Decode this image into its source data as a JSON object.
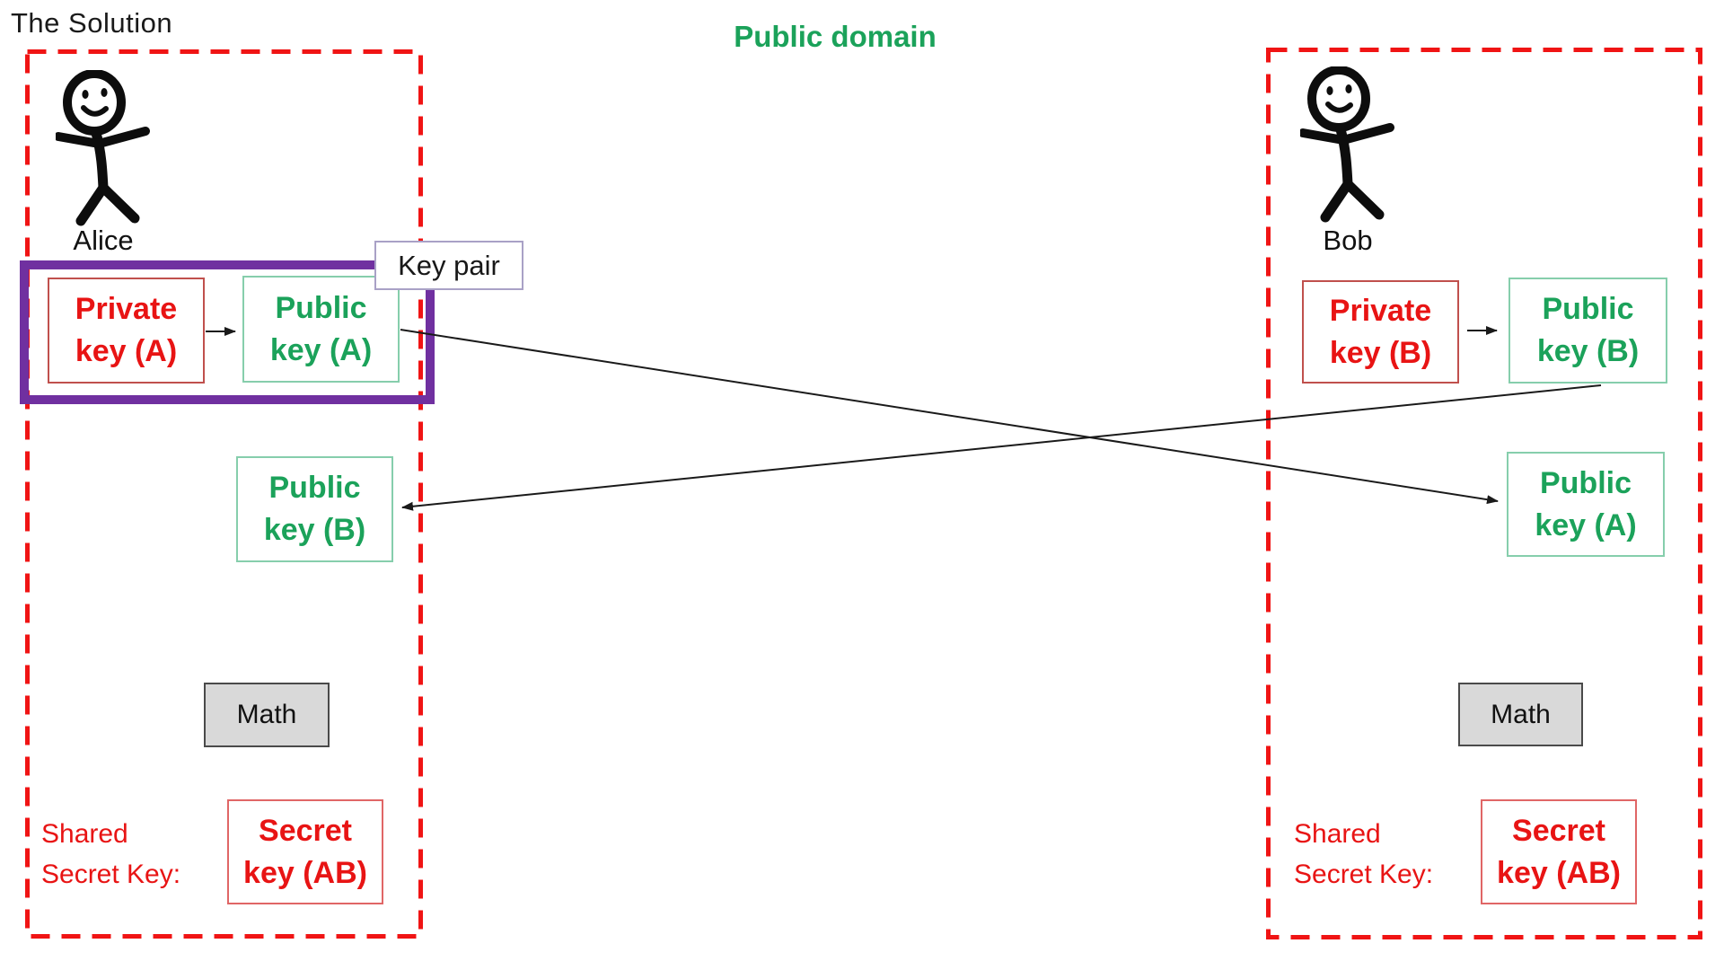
{
  "title": "The Solution",
  "public_domain_label": "Public domain",
  "key_pair_label": "Key pair",
  "alice": {
    "name": "Alice",
    "private_key_label": "Private key (A)",
    "public_key_label": "Public key (A)",
    "received_public_key_label": "Public key (B)",
    "math_label": "Math",
    "shared_secret_label": "Shared Secret Key:",
    "secret_key_label": "Secret key (AB)"
  },
  "bob": {
    "name": "Bob",
    "private_key_label": "Private key (B)",
    "public_key_label": "Public key (B)",
    "received_public_key_label": "Public key (A)",
    "math_label": "Math",
    "shared_secret_label": "Shared Secret Key:",
    "secret_key_label": "Secret key (AB)"
  },
  "colors": {
    "dash_red": "#f01414",
    "key_red": "#e81414",
    "key_green": "#1ba25a",
    "purple": "#7030a0",
    "math_fill": "#d9d9d9"
  }
}
